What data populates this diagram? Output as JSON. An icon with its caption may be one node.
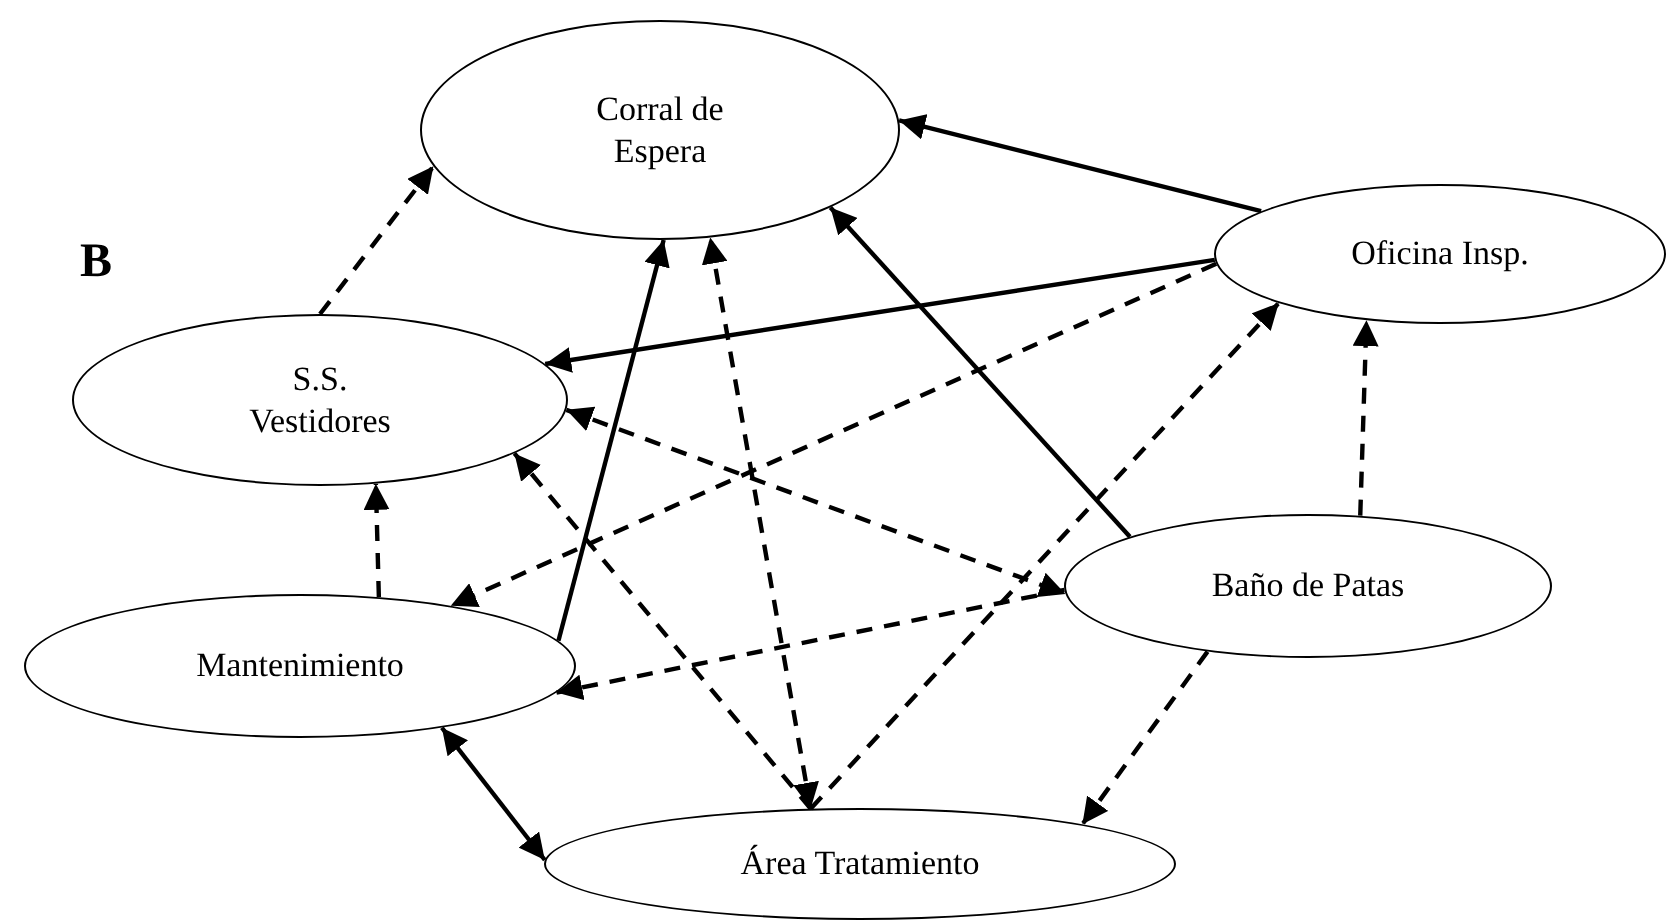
{
  "diagram": {
    "nodes": [
      {
        "text": [
          "Corral de Espera"
        ]
      },
      {
        "text": [
          "Oficina Insp."
        ]
      },
      {
        "text": [
          "S.S. Vestidores"
        ]
      },
      {
        "text": [
          "Mantenimiento"
        ]
      },
      {
        "text": [
          "Baño de Patas"
        ]
      },
      {
        "text": [
          "Área Tratamiento"
        ]
      }
    ],
    "edges": [
      {
        "from": 1,
        "to": 0,
        "arrow": "to"
      },
      {
        "from": 1,
        "to": 2,
        "arrow": "to"
      },
      {
        "from": 4,
        "to": 0,
        "arrow": "to"
      },
      {
        "from": 3,
        "to": 0,
        "arrow": "to"
      },
      {
        "from": 2,
        "to": 0,
        "arrow": "to",
        "style": "dashed"
      },
      {
        "from": 3,
        "to": 2,
        "arrow": "to",
        "style": "dashed"
      },
      {
        "from": 1,
        "to": 3,
        "arrow": "to",
        "style": "dashed"
      },
      {
        "from": 4,
        "to": 1,
        "arrow": "to",
        "style": "dashed"
      },
      {
        "from": 4,
        "to": 3,
        "arrow": "to",
        "style": "dashed"
      },
      {
        "from": 2,
        "to": 4,
        "arrow": "both",
        "style": "dashed"
      },
      {
        "from": 5,
        "to": 2,
        "arrow": "to",
        "style": "dashed"
      },
      {
        "from": 5,
        "to": 0,
        "arrow": "both",
        "style": "dashed"
      },
      {
        "from": 5,
        "to": 1,
        "arrow": "to",
        "style": "dashed"
      },
      {
        "from": 4,
        "to": 5,
        "arrow": "to",
        "style": "dashed"
      },
      {
        "from": 3,
        "to": 5,
        "arrow": "both"
      }
    ],
    "labels": [
      "B"
    ]
  }
}
